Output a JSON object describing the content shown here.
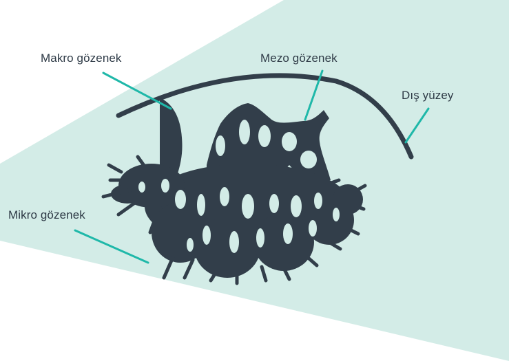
{
  "colors": {
    "background": "#ffffff",
    "region": "#d3ece7",
    "pore_structure": "#323e4a",
    "leader_line": "#1fb8a9",
    "label_text": "#2e3a46"
  },
  "labels": {
    "makro": "Makro gözenek",
    "mezo": "Mezo gözenek",
    "dis": "Dış yüzey",
    "mikro": "Mikro gözenek"
  }
}
